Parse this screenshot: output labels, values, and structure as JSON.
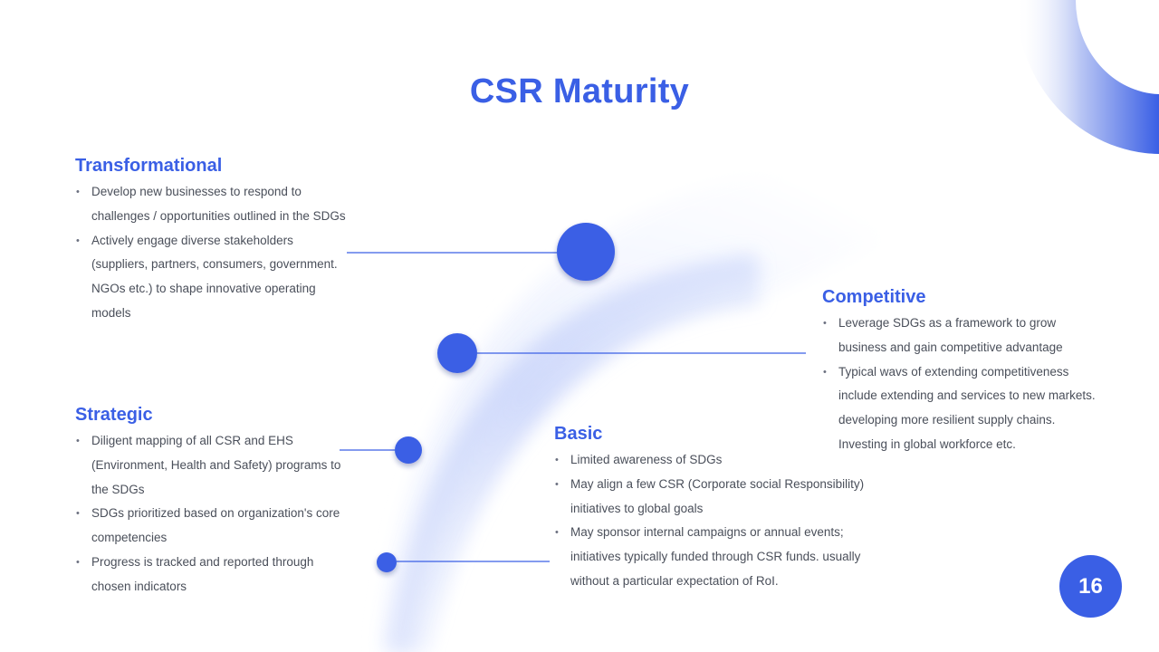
{
  "slide": {
    "title": "CSR Maturity",
    "page_number": "16"
  },
  "colors": {
    "accent": "#3a5fe5",
    "text": "#4a4f5a",
    "arrow_light": "#e6ecfd"
  },
  "stages": {
    "transformational": {
      "heading": "Transformational",
      "bullets": [
        "Develop new businesses to respond to challenges / opportunities outlined in the SDGs",
        "Actively engage diverse stakeholders (suppliers, partners, consumers, government. NGOs etc.) to shape innovative operating models"
      ]
    },
    "competitive": {
      "heading": "Competitive",
      "bullets": [
        "Leverage SDGs as a framework to grow business and gain competitive advantage",
        "Typical wavs of extending competitiveness include extending and services to new markets. developing more resilient supply chains. Investing in global workforce etc."
      ]
    },
    "strategic": {
      "heading": "Strategic",
      "bullets": [
        "Diligent mapping of all CSR and EHS (Environment, Health and Safety) programs to the SDGs",
        "SDGs prioritized based on organization's core competencies",
        "Progress is tracked and reported through chosen indicators"
      ]
    },
    "basic": {
      "heading": "Basic",
      "bullets": [
        "Limited awareness of SDGs",
        "May align a few CSR (Corporate social Responsibility) initiatives to global goals",
        "May sponsor internal campaigns or annual events; initiatives typically funded through CSR funds. usually without a particular expectation of RoI."
      ]
    }
  }
}
